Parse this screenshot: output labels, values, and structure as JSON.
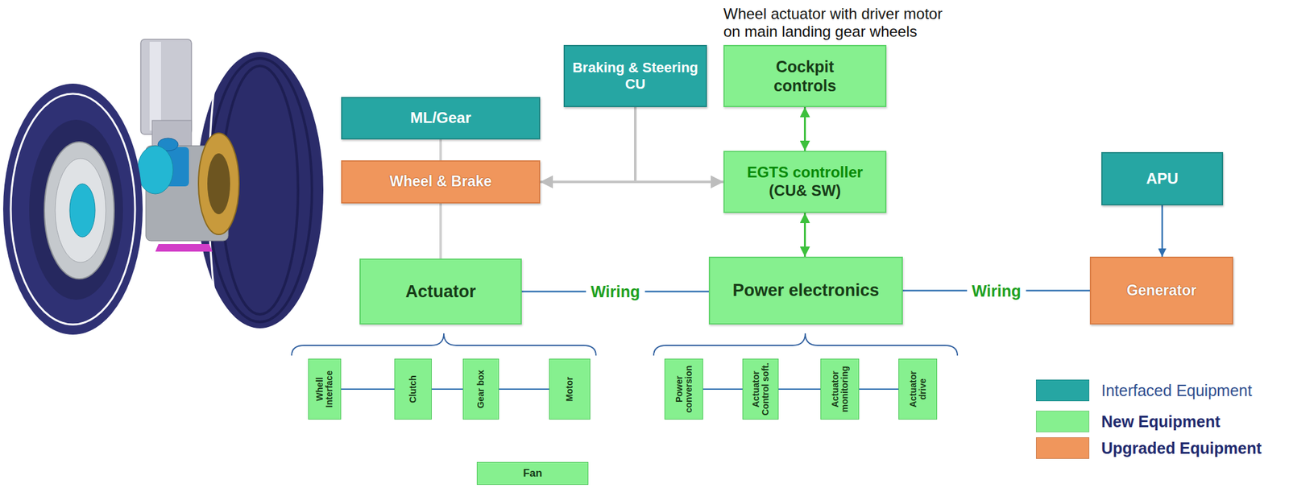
{
  "diagram": {
    "nodes": [
      {
        "text": [
          "Braking & Steering CU"
        ]
      },
      {
        "text": [
          "Cockpit controls"
        ]
      },
      {
        "text": [
          "ML/Gear"
        ]
      },
      {
        "text": [
          "Wheel & Brake"
        ]
      },
      {
        "text": [
          "EGTS controller",
          "(CU& SW)"
        ]
      },
      {
        "text": [
          "APU"
        ]
      },
      {
        "text": [
          "Actuator"
        ]
      },
      {
        "text": [
          "Power electronics"
        ]
      },
      {
        "text": [
          "Generator"
        ]
      },
      {
        "text": [
          "Whell Interface"
        ]
      },
      {
        "text": [
          "Clutch"
        ]
      },
      {
        "text": [
          "Gear box"
        ]
      },
      {
        "text": [
          "Motor"
        ]
      },
      {
        "text": [
          "Power conversion"
        ]
      },
      {
        "text": [
          "Actuator Control soft."
        ]
      },
      {
        "text": [
          "Actuator monitoring"
        ]
      },
      {
        "text": [
          "Actuator drive"
        ]
      },
      {
        "text": [
          "Fan"
        ]
      }
    ],
    "edges": [
      {
        "from": 2,
        "to": 3,
        "arrow": "none"
      },
      {
        "from": 3,
        "to": 6,
        "arrow": "none"
      },
      {
        "from": 3,
        "to": 4,
        "arrow": "both"
      },
      {
        "from": 0,
        "to": 3,
        "arrow": "to"
      },
      {
        "from": 0,
        "to": 4,
        "arrow": "to"
      },
      {
        "from": 1,
        "to": 4,
        "arrow": "both"
      },
      {
        "from": 4,
        "to": 7,
        "arrow": "both"
      },
      {
        "from": 6,
        "to": 7,
        "label": "Wiring",
        "arrow": "none"
      },
      {
        "from": 7,
        "to": 8,
        "label": "Wiring",
        "arrow": "none"
      },
      {
        "from": 5,
        "to": 8,
        "arrow": "to"
      },
      {
        "from": 9,
        "to": 10,
        "arrow": "none"
      },
      {
        "from": 10,
        "to": 11,
        "arrow": "none"
      },
      {
        "from": 11,
        "to": 12,
        "arrow": "none"
      },
      {
        "from": 13,
        "to": 14,
        "arrow": "none"
      },
      {
        "from": 14,
        "to": 15,
        "arrow": "none"
      },
      {
        "from": 15,
        "to": 16,
        "arrow": "none"
      }
    ],
    "labels": [
      "Wheel actuator with driver motor on main landing gear wheels"
    ],
    "legend": [
      {
        "text": "Interfaced Equipment",
        "color": "#26a6a3"
      },
      {
        "text": "New Equipment",
        "color": "#86f08f"
      },
      {
        "text": "Upgraded Equipment",
        "color": "#f0965c"
      }
    ]
  }
}
